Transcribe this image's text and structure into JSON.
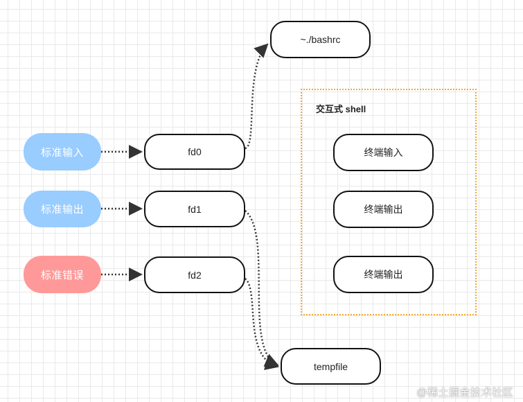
{
  "streams": {
    "stdin": "标准输入",
    "stdout": "标准输出",
    "stderr": "标准错误"
  },
  "descriptors": {
    "fd0": "fd0",
    "fd1": "fd1",
    "fd2": "fd2"
  },
  "files": {
    "bashrc": "~./bashrc",
    "tempfile": "tempfile"
  },
  "shell": {
    "title": "交互式 shell",
    "terminal_input": "终端输入",
    "terminal_output_1": "终端输出",
    "terminal_output_2": "终端输出"
  },
  "watermark": "@稀土掘金技术社区",
  "colors": {
    "stream_blue": "#99ccff",
    "stream_red": "#ff9999",
    "frame_border": "#f0a830",
    "connector": "#333333"
  }
}
